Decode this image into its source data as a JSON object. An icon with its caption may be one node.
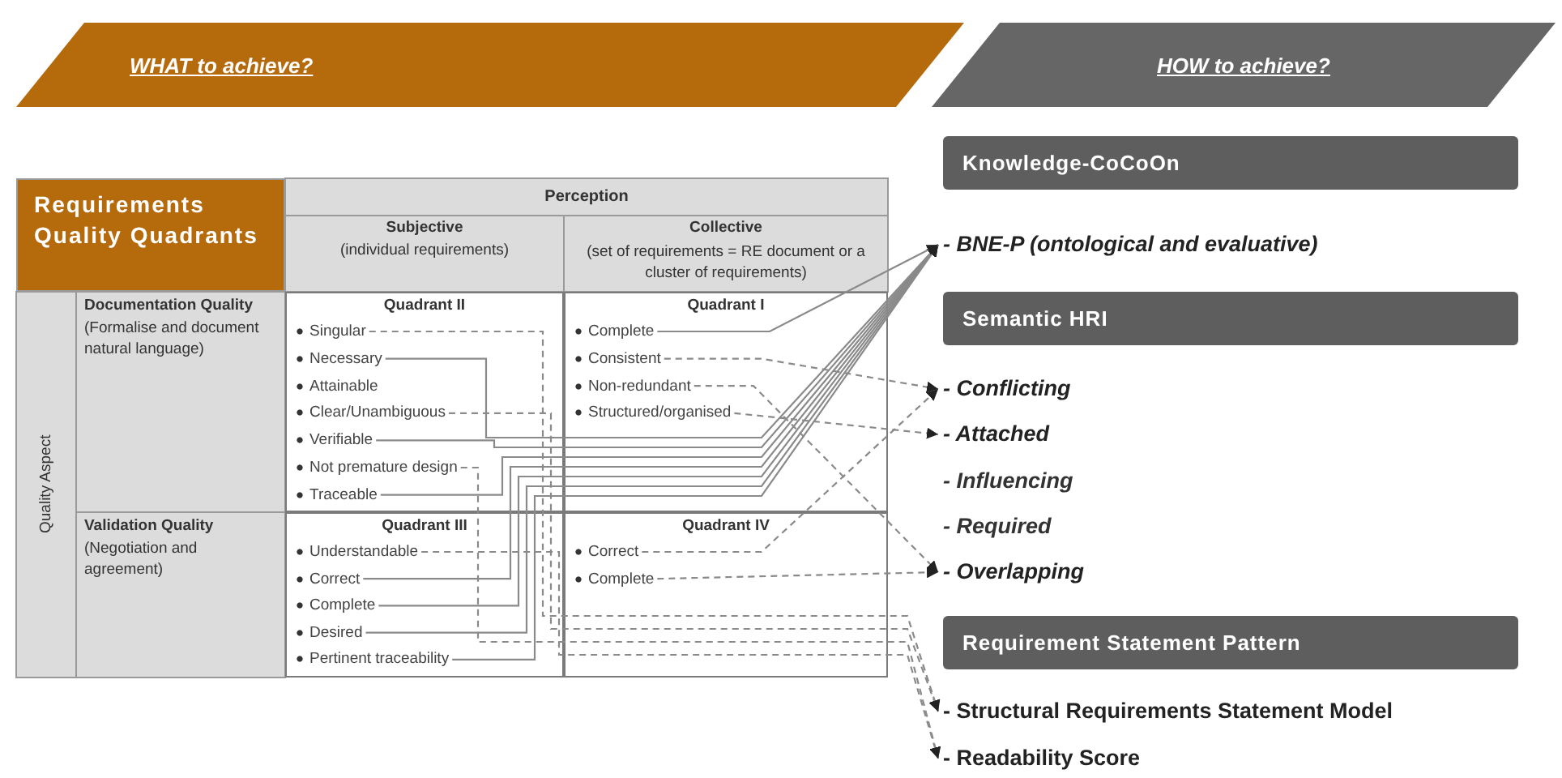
{
  "diagram": {
    "nodes": [
      {
        "text": [
          "WHAT to achieve?"
        ]
      },
      {
        "text": [
          "HOW to achieve?"
        ]
      },
      {
        "text": [
          "Requirements Quality Quadrants"
        ]
      },
      {
        "text": [
          "Quadrant II"
        ]
      },
      {
        "text": [
          "Singular"
        ],
        "in": 3
      },
      {
        "text": [
          "Necessary"
        ],
        "in": 3
      },
      {
        "text": [
          "Attainable"
        ],
        "in": 3
      },
      {
        "text": [
          "Clear/Unambiguous"
        ],
        "in": 3
      },
      {
        "text": [
          "Verifiable"
        ],
        "in": 3
      },
      {
        "text": [
          "Not premature design"
        ],
        "in": 3
      },
      {
        "text": [
          "Traceable"
        ],
        "in": 3
      },
      {
        "text": [
          "Quadrant I"
        ]
      },
      {
        "text": [
          "Complete"
        ],
        "in": 11
      },
      {
        "text": [
          "Consistent"
        ],
        "in": 11
      },
      {
        "text": [
          "Non-redundant"
        ],
        "in": 11
      },
      {
        "text": [
          "Structured/organised"
        ],
        "in": 11
      },
      {
        "text": [
          "Quadrant III"
        ]
      },
      {
        "text": [
          "Understandable"
        ],
        "in": 16
      },
      {
        "text": [
          "Correct"
        ],
        "in": 16
      },
      {
        "text": [
          "Complete"
        ],
        "in": 16
      },
      {
        "text": [
          "Desired"
        ],
        "in": 16
      },
      {
        "text": [
          "Pertinent traceability"
        ],
        "in": 16
      },
      {
        "text": [
          "Quadrant IV"
        ]
      },
      {
        "text": [
          "Correct"
        ],
        "in": 22
      },
      {
        "text": [
          "Complete"
        ],
        "in": 22
      },
      {
        "text": [
          "Knowledge-CoCoOn"
        ]
      },
      {
        "text": [
          "- BNE-P (ontological and evaluative)"
        ]
      },
      {
        "text": [
          "Semantic HRI"
        ]
      },
      {
        "text": [
          "- Conflicting"
        ]
      },
      {
        "text": [
          "- Attached"
        ]
      },
      {
        "text": [
          "- Overlapping"
        ]
      },
      {
        "text": [
          "Requirement Statement Pattern"
        ]
      },
      {
        "text": [
          "- Structural Requirements Statement Model"
        ]
      },
      {
        "text": [
          "- Readability Score"
        ]
      }
    ],
    "edges": [
      {
        "from": 5,
        "to": 26,
        "arrow": "to"
      },
      {
        "from": 8,
        "to": 26,
        "arrow": "to"
      },
      {
        "from": 10,
        "to": 26,
        "arrow": "to"
      },
      {
        "from": 18,
        "to": 26,
        "arrow": "to"
      },
      {
        "from": 19,
        "to": 26,
        "arrow": "to"
      },
      {
        "from": 20,
        "to": 26,
        "arrow": "to"
      },
      {
        "from": 21,
        "to": 26,
        "arrow": "to"
      },
      {
        "from": 12,
        "to": 26,
        "arrow": "to"
      },
      {
        "from": 13,
        "to": 28,
        "arrow": "to",
        "style": "dashed"
      },
      {
        "from": 23,
        "to": 28,
        "arrow": "to",
        "style": "dashed"
      },
      {
        "from": 15,
        "to": 29,
        "arrow": "to",
        "style": "dashed"
      },
      {
        "from": 14,
        "to": 30,
        "arrow": "to",
        "style": "dashed"
      },
      {
        "from": 24,
        "to": 30,
        "arrow": "to",
        "style": "dashed"
      },
      {
        "from": 4,
        "to": 32,
        "arrow": "to",
        "style": "dashed"
      },
      {
        "from": 7,
        "to": 32,
        "arrow": "to",
        "style": "dashed"
      },
      {
        "from": 9,
        "to": 33,
        "arrow": "to",
        "style": "dashed"
      },
      {
        "from": 17,
        "to": 33,
        "arrow": "to",
        "style": "dashed"
      }
    ],
    "labels": [
      "Perception",
      "Subjective",
      "(individual requirements)",
      "Collective",
      "(set of requirements = RE document or a cluster of requirements)",
      "Quality Aspect",
      "Documentation Quality",
      "(Formalise and document natural language)",
      "Validation Quality",
      "(Negotiation and agreement)",
      "- Influencing",
      "- Required"
    ]
  }
}
